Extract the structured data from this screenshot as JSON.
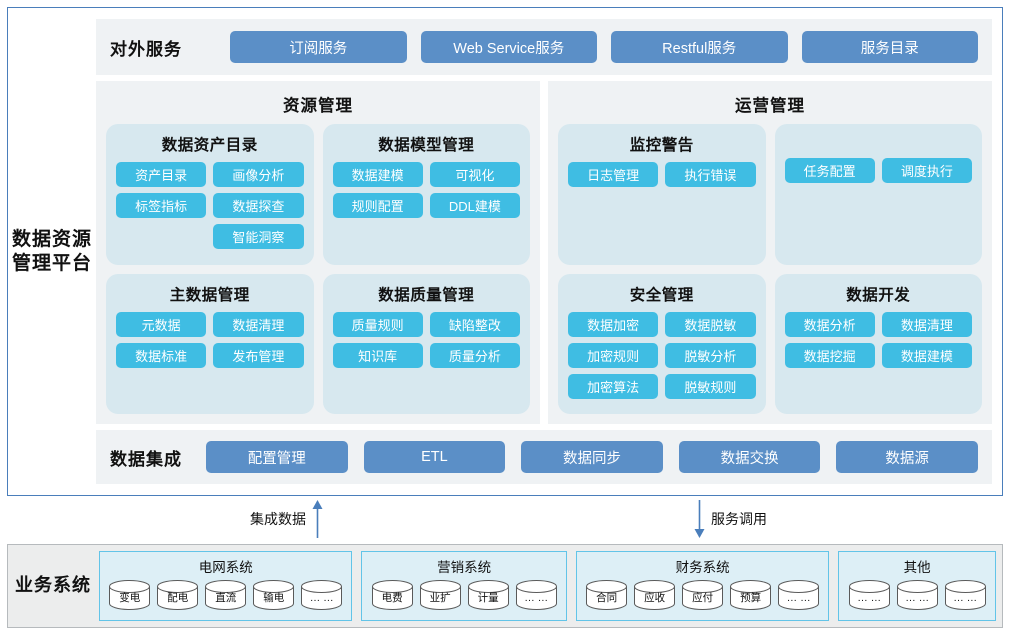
{
  "platform": {
    "title": "数据资源管理平台",
    "external_services": {
      "label": "对外服务",
      "buttons": [
        "订阅服务",
        "Web Service服务",
        "Restful服务",
        "服务目录"
      ]
    },
    "panels": [
      {
        "title": "资源管理",
        "cards": [
          {
            "title": "数据资产目录",
            "col_left": [
              "资产目录",
              "标签指标"
            ],
            "col_right": [
              "画像分析",
              "数据探查",
              "智能洞察"
            ]
          },
          {
            "title": "数据模型管理",
            "col_left": [
              "数据建模",
              "规则配置"
            ],
            "col_right": [
              "可视化",
              "DDL建模"
            ]
          },
          {
            "title": "主数据管理",
            "col_left": [
              "元数据",
              "数据标准"
            ],
            "col_right": [
              "数据清理",
              "发布管理"
            ]
          },
          {
            "title": "数据质量管理",
            "col_left": [
              "质量规则",
              "知识库"
            ],
            "col_right": [
              "缺陷整改",
              "质量分析"
            ]
          }
        ]
      },
      {
        "title": "运营管理",
        "cards": [
          {
            "title": "监控警告",
            "col_left": [
              "日志管理"
            ],
            "col_right": [
              "执行错误"
            ]
          },
          {
            "title": "",
            "col_left": [
              "任务配置"
            ],
            "col_right": [
              "调度执行"
            ]
          },
          {
            "title": "安全管理",
            "col_left": [
              "数据加密",
              "加密规则",
              "加密算法"
            ],
            "col_right": [
              "数据脱敏",
              "脱敏分析",
              "脱敏规则"
            ]
          },
          {
            "title": "数据开发",
            "col_left": [
              "数据分析",
              "数据挖掘"
            ],
            "col_right": [
              "数据清理",
              "数据建模"
            ]
          }
        ]
      }
    ],
    "data_integration": {
      "label": "数据集成",
      "buttons": [
        "配置管理",
        "ETL",
        "数据同步",
        "数据交换",
        "数据源"
      ]
    }
  },
  "flows": [
    {
      "label": "集成数据",
      "direction": "up"
    },
    {
      "label": "服务调用",
      "direction": "down"
    }
  ],
  "business_systems": {
    "title": "业务系统",
    "groups": [
      {
        "title": "电网系统",
        "items": [
          "变电",
          "配电",
          "直流",
          "输电",
          "… …"
        ]
      },
      {
        "title": "营销系统",
        "items": [
          "电费",
          "业扩",
          "计量",
          "… …"
        ]
      },
      {
        "title": "财务系统",
        "items": [
          "合同",
          "应收",
          "应付",
          "预算",
          "… …"
        ]
      },
      {
        "title": "其他",
        "items": [
          "… …",
          "… …",
          "… …"
        ]
      }
    ]
  },
  "colors": {
    "frame_border": "#4a7ebb",
    "steel_button": "#5b8fc7",
    "cyan_chip": "#3fbde3",
    "panel_bg": "#eff2f4",
    "card_bg": "#d7e8ef",
    "biz_border": "#62c4e8",
    "biz_bg": "#ddeff6",
    "arrow": "#4a7ebb"
  }
}
